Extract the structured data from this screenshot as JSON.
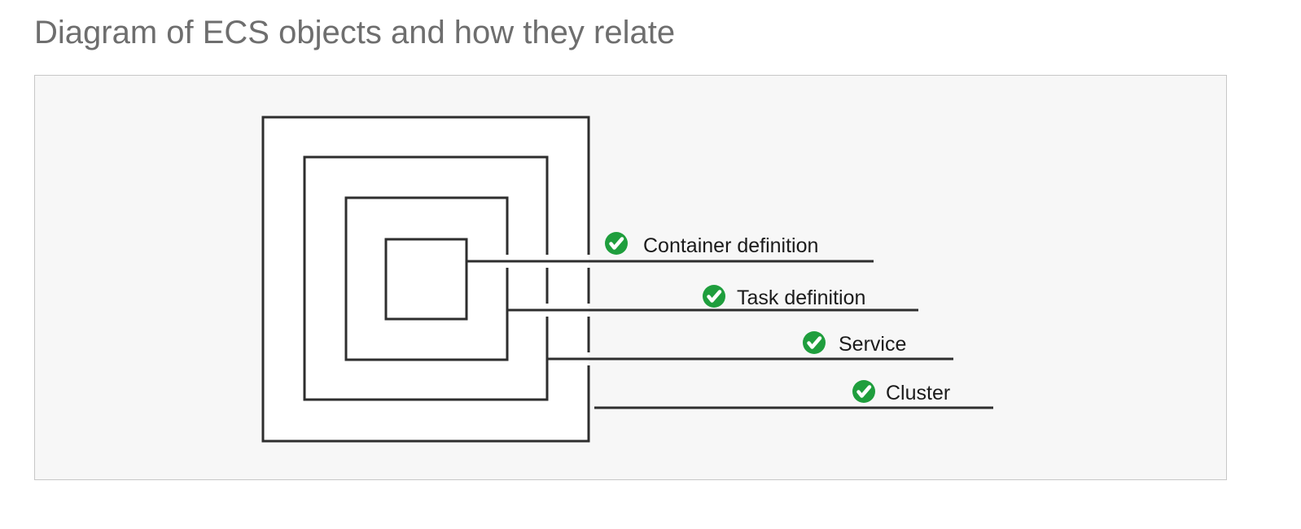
{
  "page": {
    "title": "Diagram of ECS objects and how they relate"
  },
  "colors": {
    "page-bg": "#ffffff",
    "title-text": "#6e6e6e",
    "panel-bg": "#f7f7f7",
    "panel-border": "#c7c7c7",
    "diagram-line": "#2e2e2e",
    "box-fill": "#ffffff",
    "label-text": "#1b1b1b",
    "check-green": "#1f9e3d",
    "check-mark": "#ffffff"
  },
  "diagram": {
    "description": "Four nested squares, innermost to outermost, each connected by a leader line to its label",
    "labels": {
      "container_definition": "Container definition",
      "task_definition": "Task definition",
      "service": "Service",
      "cluster": "Cluster"
    },
    "icon": {
      "name": "check-circle-icon",
      "glyph": "✓"
    }
  }
}
